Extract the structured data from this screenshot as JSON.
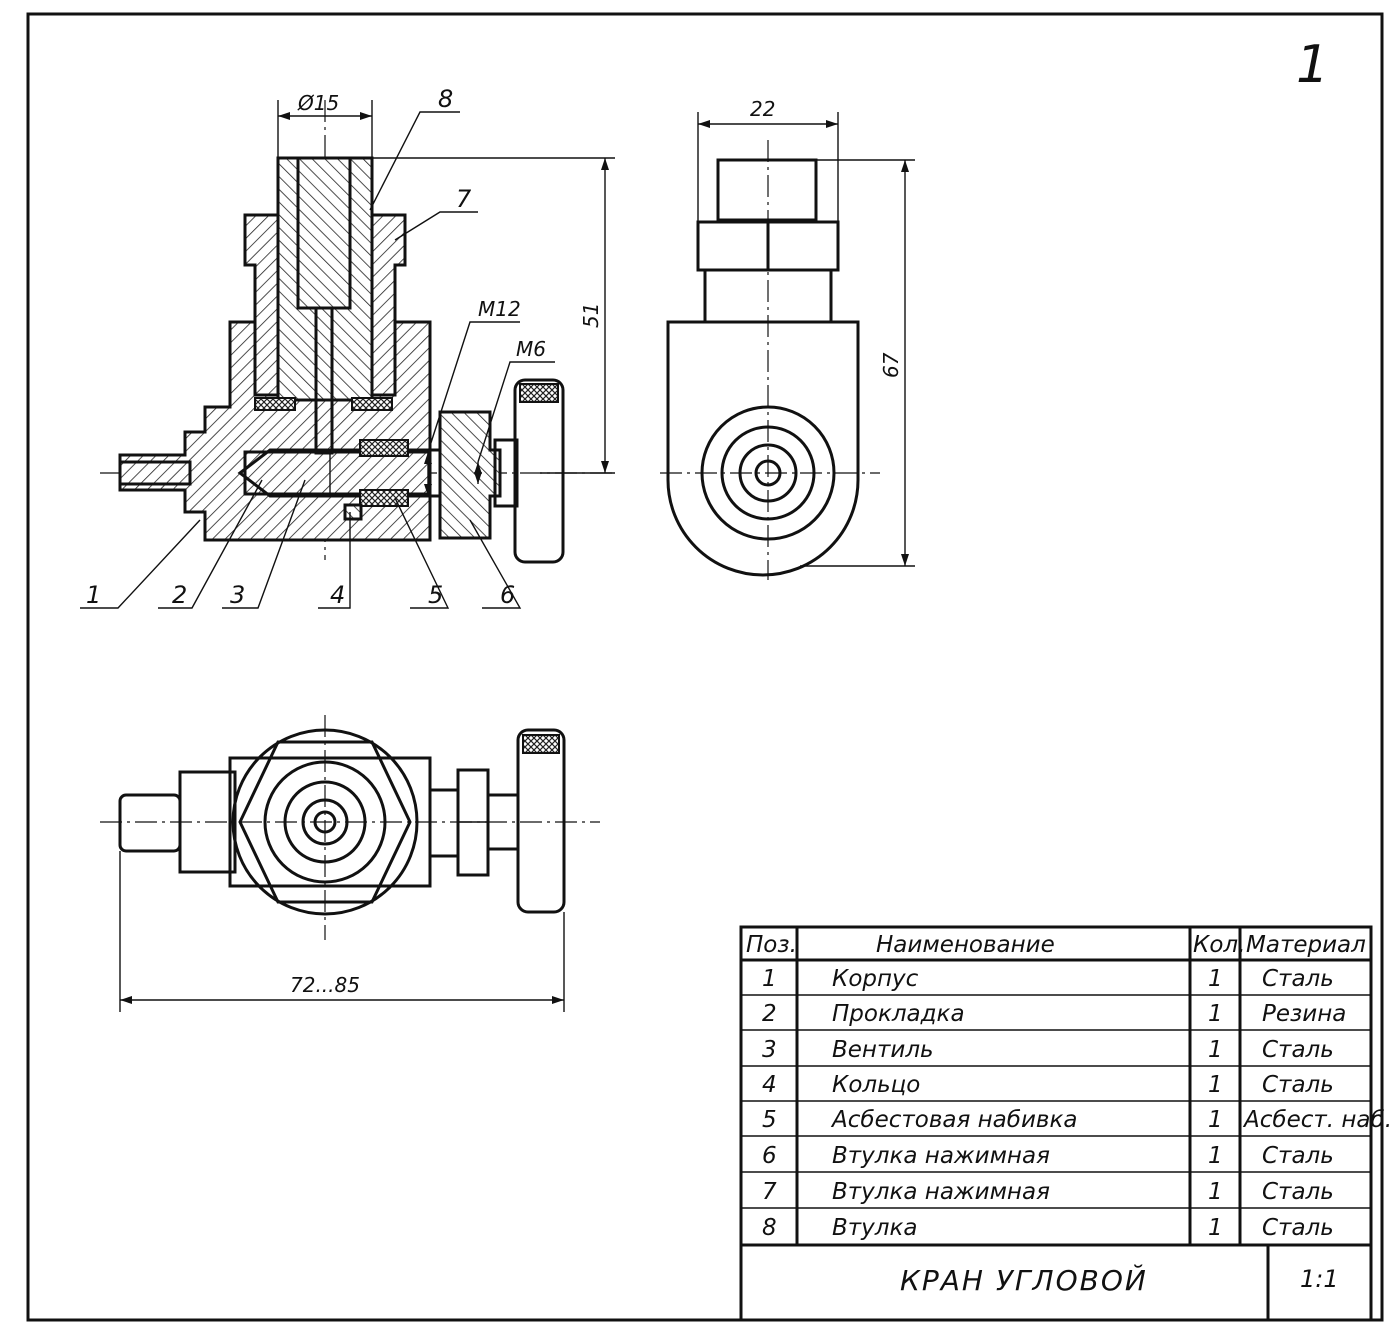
{
  "sheet_number": "1",
  "dimensions": {
    "d15": "Ø15",
    "d22": "22",
    "d51": "51",
    "d67": "67",
    "m12": "M12",
    "m6": "M6",
    "d72_85": "72...85"
  },
  "leaders": [
    "1",
    "2",
    "3",
    "4",
    "5",
    "6",
    "7",
    "8"
  ],
  "table": {
    "headers": {
      "pos": "Поз.",
      "name": "Наименование",
      "qty": "Кол.",
      "material": "Материал"
    },
    "rows": [
      {
        "pos": "1",
        "name": "Корпус",
        "qty": "1",
        "material": "Сталь"
      },
      {
        "pos": "2",
        "name": "Прокладка",
        "qty": "1",
        "material": "Резина"
      },
      {
        "pos": "3",
        "name": "Вентиль",
        "qty": "1",
        "material": "Сталь"
      },
      {
        "pos": "4",
        "name": "Кольцо",
        "qty": "1",
        "material": "Сталь"
      },
      {
        "pos": "5",
        "name": "Асбестовая набивка",
        "qty": "1",
        "material": "Асбест. наб."
      },
      {
        "pos": "6",
        "name": "Втулка нажимная",
        "qty": "1",
        "material": "Сталь"
      },
      {
        "pos": "7",
        "name": "Втулка нажимная",
        "qty": "1",
        "material": "Сталь"
      },
      {
        "pos": "8",
        "name": "Втулка",
        "qty": "1",
        "material": "Сталь"
      }
    ],
    "title": "КРАН УГЛОВОЙ",
    "scale": "1:1"
  }
}
